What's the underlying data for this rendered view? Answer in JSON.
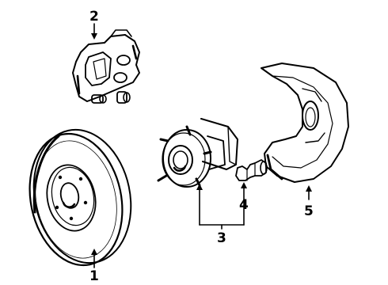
{
  "callouts": {
    "c1": "1",
    "c2": "2",
    "c3": "3",
    "c4": "4",
    "c5": "5"
  },
  "parts": [
    {
      "id": "rotor",
      "icon": "brake-rotor-icon",
      "callout": "1"
    },
    {
      "id": "caliper",
      "icon": "brake-caliper-icon",
      "callout": "2"
    },
    {
      "id": "hub",
      "icon": "wheel-hub-icon",
      "callout": "3"
    },
    {
      "id": "sensor",
      "icon": "abs-sensor-icon",
      "callout": "4"
    },
    {
      "id": "shield",
      "icon": "splash-shield-icon",
      "callout": "5"
    }
  ],
  "colors": {
    "ink": "#000000",
    "paper": "#ffffff"
  }
}
